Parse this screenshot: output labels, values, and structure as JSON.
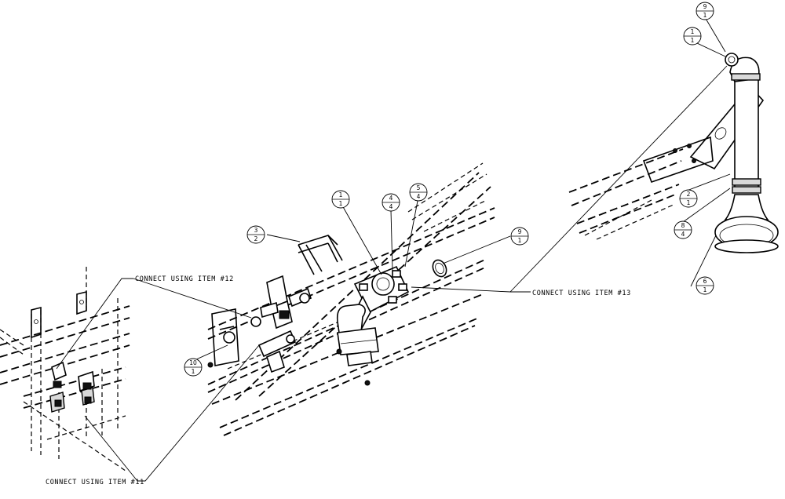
{
  "notes": {
    "connect_item_12": "CONNECT USING ITEM #12",
    "connect_item_13": "CONNECT USING ITEM #13",
    "connect_item_11": "CONNECT USING ITEM #11"
  },
  "balloons": [
    {
      "id": "b-9-1-top",
      "item": "9",
      "qty": "1"
    },
    {
      "id": "b-1-1-top",
      "item": "1",
      "qty": "1"
    },
    {
      "id": "b-2-1",
      "item": "2",
      "qty": "1"
    },
    {
      "id": "b-8-4",
      "item": "8",
      "qty": "4"
    },
    {
      "id": "b-6-1",
      "item": "6",
      "qty": "1"
    },
    {
      "id": "b-1-1-mid",
      "item": "1",
      "qty": "1"
    },
    {
      "id": "b-4-4",
      "item": "4",
      "qty": "4"
    },
    {
      "id": "b-5-4",
      "item": "5",
      "qty": "4"
    },
    {
      "id": "b-3-2",
      "item": "3",
      "qty": "2"
    },
    {
      "id": "b-9-1-mid",
      "item": "9",
      "qty": "1"
    },
    {
      "id": "b-10-1",
      "item": "10",
      "qty": "1"
    }
  ]
}
